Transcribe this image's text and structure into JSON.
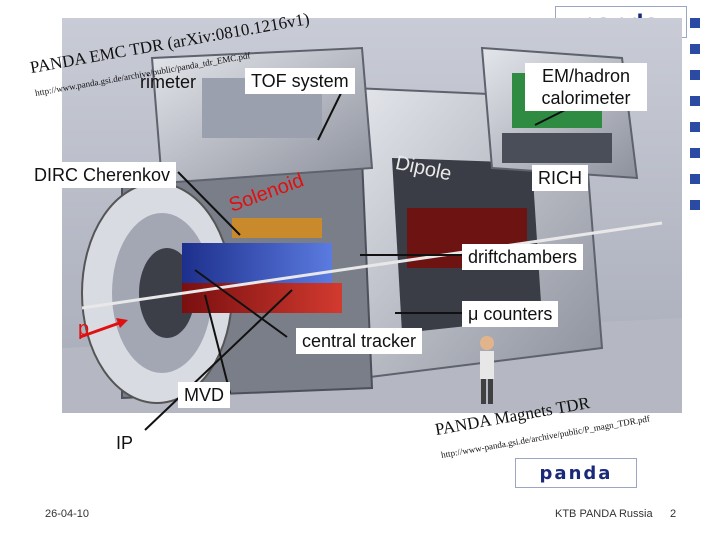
{
  "labels": {
    "tof": "TOF system",
    "em_hadron": "EM/hadron\ncalorimeter",
    "dirc": "DIRC Cherenkov",
    "dipole": "Dipole",
    "rich": "RICH",
    "solenoid": "Solenoid",
    "driftchambers": "driftchambers",
    "mu_counters": "μ counters",
    "p": "p",
    "central_tracker": "central tracker",
    "mvd": "MVD",
    "ip": "IP",
    "calorimeter_partial": "rimeter"
  },
  "overlays": {
    "emc_title": "PANDA EMC TDR (arXiv:0810.1216v1)",
    "emc_url": "http://www.panda.gsi.de/archive/public/panda_tdr_EMC.pdf",
    "magnets_title": "PANDA Magnets TDR",
    "magnets_url": "http://www-panda.gsi.de/archive/public/P_magn_TDR.pdf"
  },
  "logos": {
    "top": "panda",
    "bottom": "panda"
  },
  "footer": {
    "date": "26-04-10",
    "center": "KTB  PANDA Russia",
    "page": "2"
  },
  "colors": {
    "accent_red": "#e01010",
    "square_blue": "#2b4aa3"
  }
}
